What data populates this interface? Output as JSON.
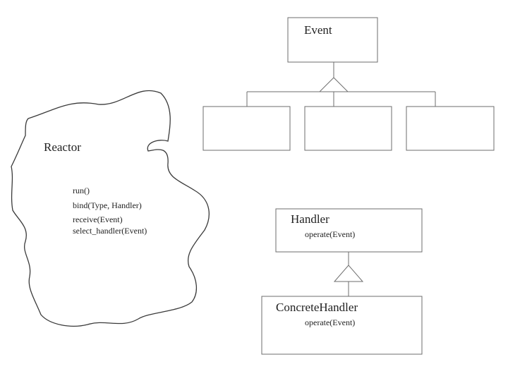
{
  "reactor": {
    "title": "Reactor",
    "methods": [
      "run()",
      "bind(Type, Handler)",
      "receive(Event)",
      "select_handler(Event)"
    ]
  },
  "event": {
    "title": "Event",
    "subclasses_count": 3
  },
  "handler": {
    "title": "Handler",
    "method": "operate(Event)"
  },
  "concrete_handler": {
    "title": "ConcreteHandler",
    "method": "operate(Event)"
  },
  "colors": {
    "stroke": "#6e6e6e",
    "text": "#222222",
    "background": "#ffffff"
  }
}
